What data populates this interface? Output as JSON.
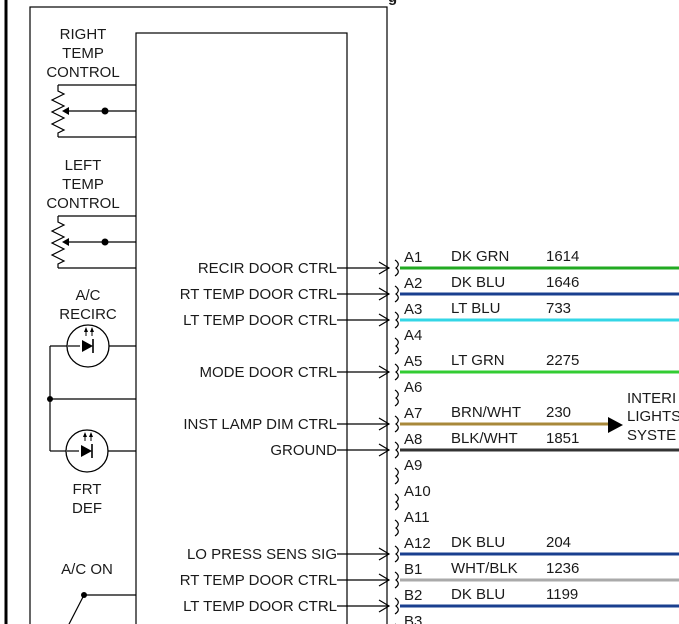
{
  "components": {
    "right_temp_control": [
      "RIGHT",
      "TEMP",
      "CONTROL"
    ],
    "left_temp_control": [
      "LEFT",
      "TEMP",
      "CONTROL"
    ],
    "ac_recirc": [
      "A/C",
      "RECIRC"
    ],
    "frt_def": [
      "FRT",
      "DEF"
    ],
    "ac_on": "A/C ON"
  },
  "signals": [
    "RECIR DOOR CTRL",
    "RT TEMP DOOR CTRL",
    "LT TEMP DOOR CTRL",
    "MODE DOOR CTRL",
    "INST LAMP DIM CTRL",
    "GROUND",
    "LO PRESS SENS SIG",
    "RT TEMP DOOR CTRL",
    "LT TEMP DOOR CTRL"
  ],
  "pins": [
    {
      "pin": "A1",
      "color": "DK GRN",
      "circuit": "1614",
      "wire": "#22aa22"
    },
    {
      "pin": "A2",
      "color": "DK BLU",
      "circuit": "1646",
      "wire": "#1a3f8f"
    },
    {
      "pin": "A3",
      "color": "LT BLU",
      "circuit": "733",
      "wire": "#33d6e6"
    },
    {
      "pin": "A4",
      "color": "",
      "circuit": "",
      "wire": ""
    },
    {
      "pin": "A5",
      "color": "LT GRN",
      "circuit": "2275",
      "wire": "#33cc33"
    },
    {
      "pin": "A6",
      "color": "",
      "circuit": "",
      "wire": ""
    },
    {
      "pin": "A7",
      "color": "BRN/WHT",
      "circuit": "230",
      "wire": "#a8883a"
    },
    {
      "pin": "A8",
      "color": "BLK/WHT",
      "circuit": "1851",
      "wire": "#333333"
    },
    {
      "pin": "A9",
      "color": "",
      "circuit": "",
      "wire": ""
    },
    {
      "pin": "A10",
      "color": "",
      "circuit": "",
      "wire": ""
    },
    {
      "pin": "A11",
      "color": "",
      "circuit": "",
      "wire": ""
    },
    {
      "pin": "A12",
      "color": "DK BLU",
      "circuit": "204",
      "wire": "#1a3f8f"
    },
    {
      "pin": "B1",
      "color": "WHT/BLK",
      "circuit": "1236",
      "wire": "#aaaaaa"
    },
    {
      "pin": "B2",
      "color": "DK BLU",
      "circuit": "1199",
      "wire": "#1a3f8f"
    },
    {
      "pin": "B3",
      "color": "",
      "circuit": "",
      "wire": ""
    }
  ],
  "interior_lights": [
    "INTERI",
    "LIGHTS",
    "SYSTE"
  ],
  "header_fragment": "g"
}
